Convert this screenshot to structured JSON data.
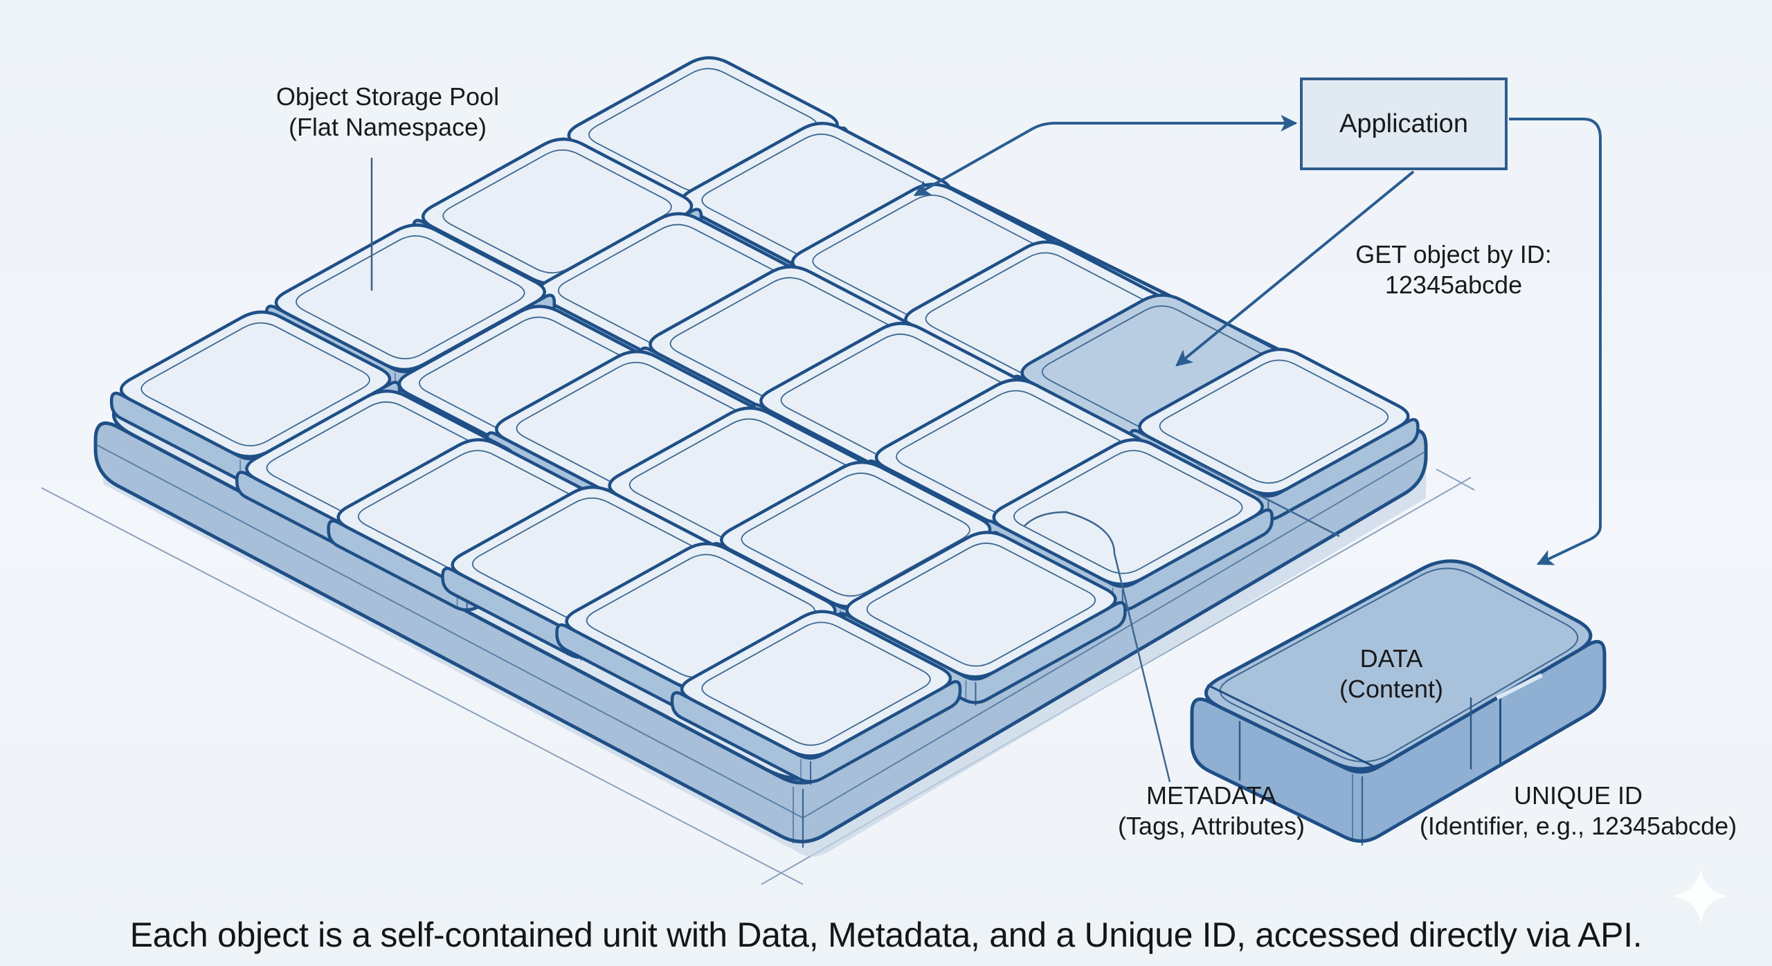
{
  "diagram": {
    "pool_label": [
      "Object Storage Pool",
      "(Flat Namespace)"
    ],
    "application_label": "Application",
    "request_label": [
      "GET object by ID:",
      "12345abcde"
    ],
    "object": {
      "data_label": [
        "DATA",
        "(Content)"
      ],
      "metadata_label": [
        "METADATA",
        "(Tags, Attributes)"
      ],
      "unique_id_label": [
        "UNIQUE ID",
        "(Identifier, e.g., 12345abcde)"
      ]
    },
    "pool_tile_count": 24,
    "highlighted_tile_index": 13,
    "caption": "Each object is a self-contained unit with Data, Metadata, and a Unique ID, accessed directly via API.",
    "colors": {
      "stroke": "#1f4f86",
      "thin_stroke": "#3d6690",
      "tile_top": "#e8eff7",
      "tile_side": "#a9c2dc",
      "tray_top": "#dbe6f1",
      "tray_side": "#a7bfd9",
      "highlight_top": "#b9cde2",
      "object_top": "#a9c2dc",
      "object_side": "#8fb0d2",
      "app_fill": "#e1eaf3"
    },
    "icons": {
      "watermark": "sparkle-icon"
    }
  }
}
